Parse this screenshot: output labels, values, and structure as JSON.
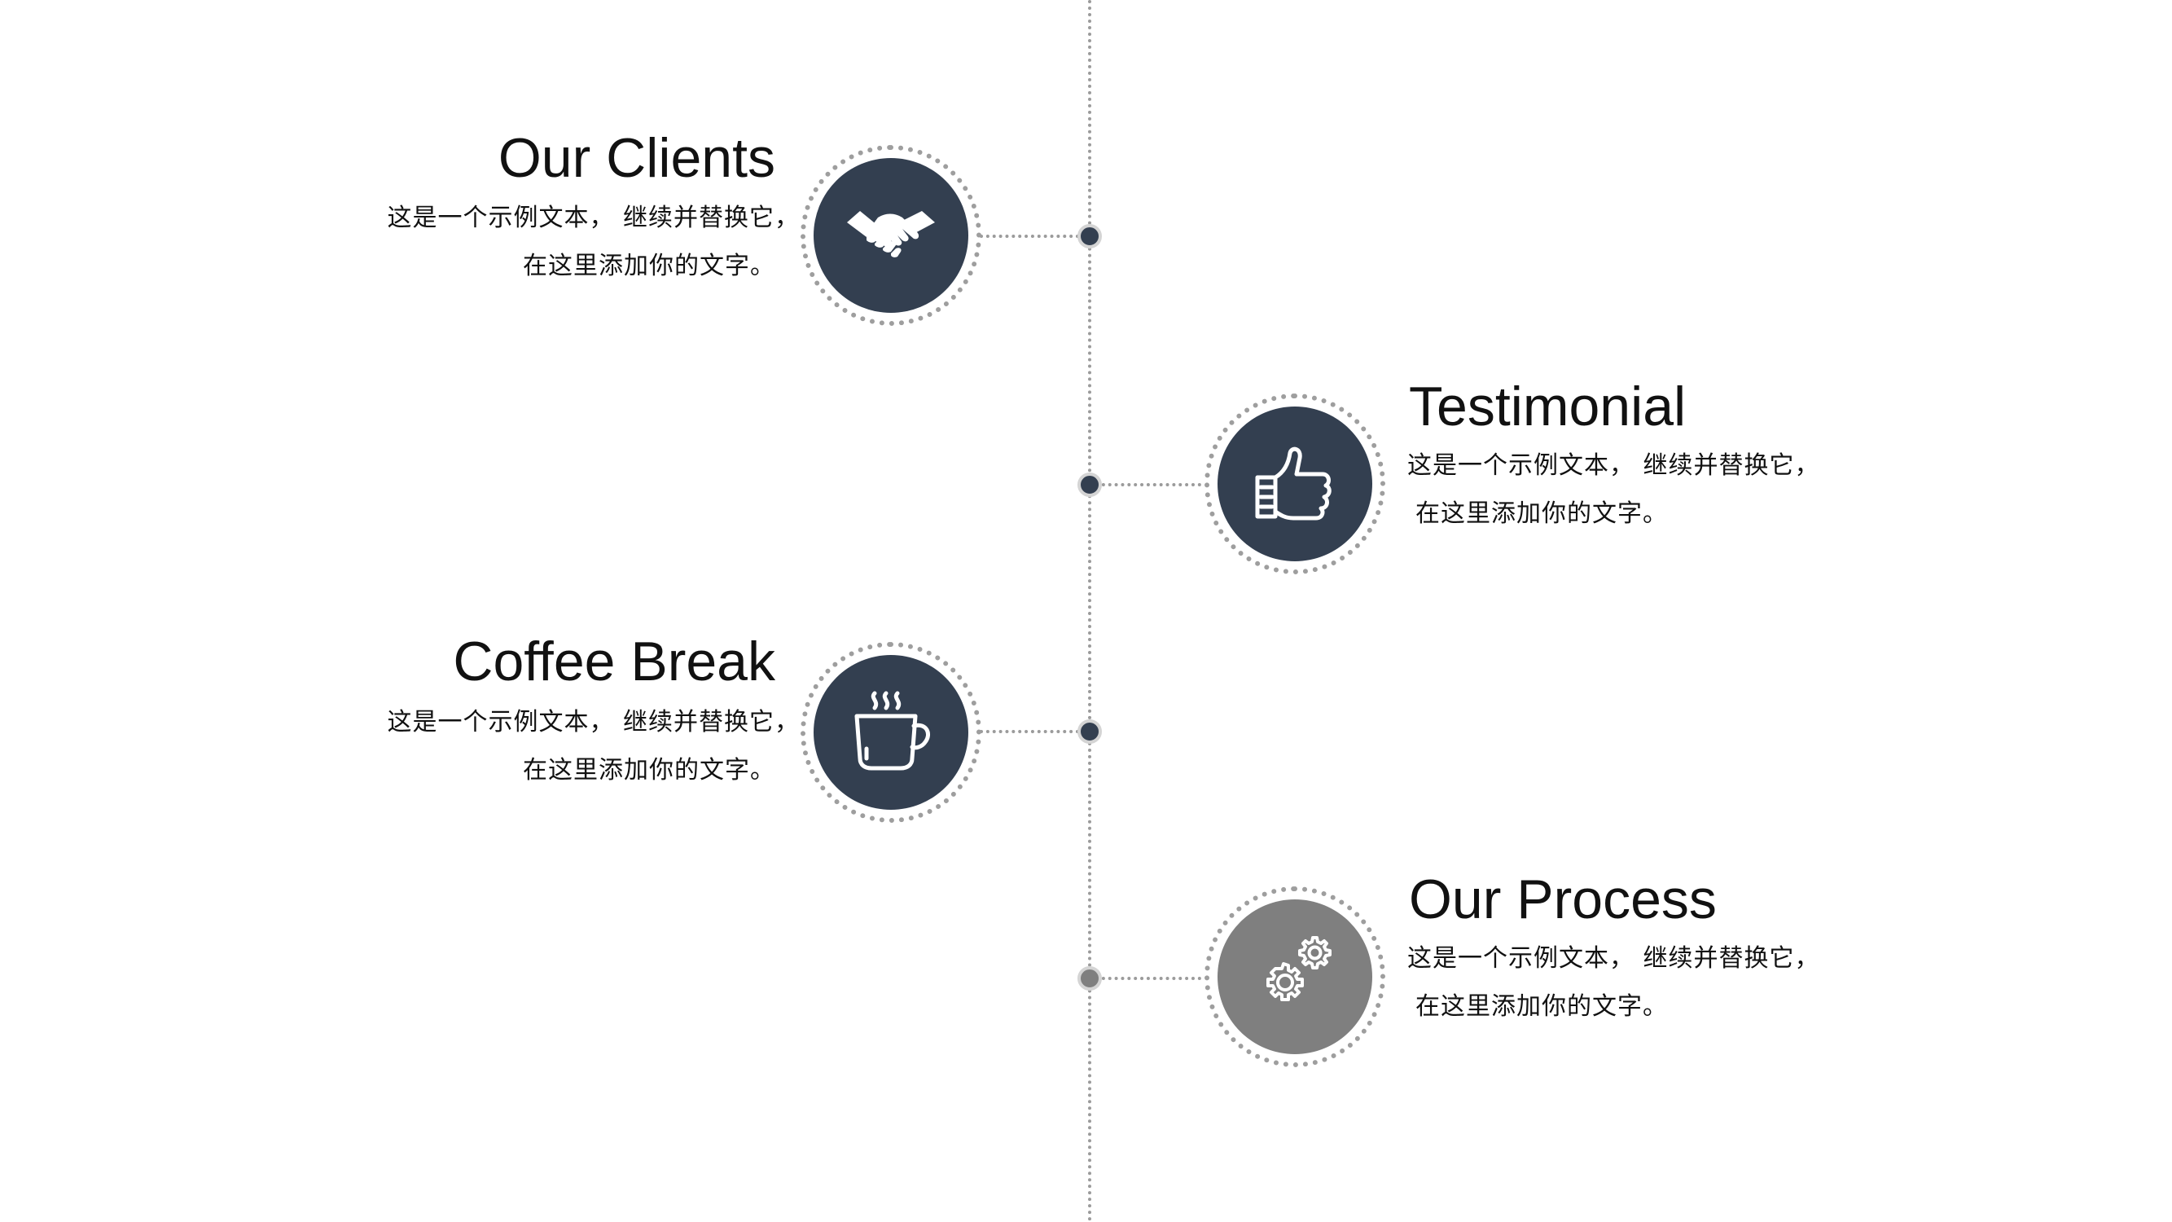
{
  "colors": {
    "accent": "#333f50",
    "muted": "#7f7f7f",
    "dotted_line": "#9b9b9b"
  },
  "items": [
    {
      "title": "Our Clients",
      "line1": "这是一个示例文本， 继续并替换它，",
      "line2": "在这里添加你的文字。",
      "icon": "handshake-icon",
      "side": "left",
      "color": "#333f50"
    },
    {
      "title": "Testimonial",
      "line1": "这是一个示例文本， 继续并替换它，",
      "line2": "在这里添加你的文字。",
      "icon": "thumbs-up-icon",
      "side": "right",
      "color": "#333f50"
    },
    {
      "title": "Coffee Break",
      "line1": "这是一个示例文本， 继续并替换它，",
      "line2": "在这里添加你的文字。",
      "icon": "coffee-cup-icon",
      "side": "left",
      "color": "#333f50"
    },
    {
      "title": "Our Process",
      "line1": "这是一个示例文本， 继续并替换它，",
      "line2": "在这里添加你的文字。",
      "icon": "gears-icon",
      "side": "right",
      "color": "#7f7f7f"
    }
  ]
}
